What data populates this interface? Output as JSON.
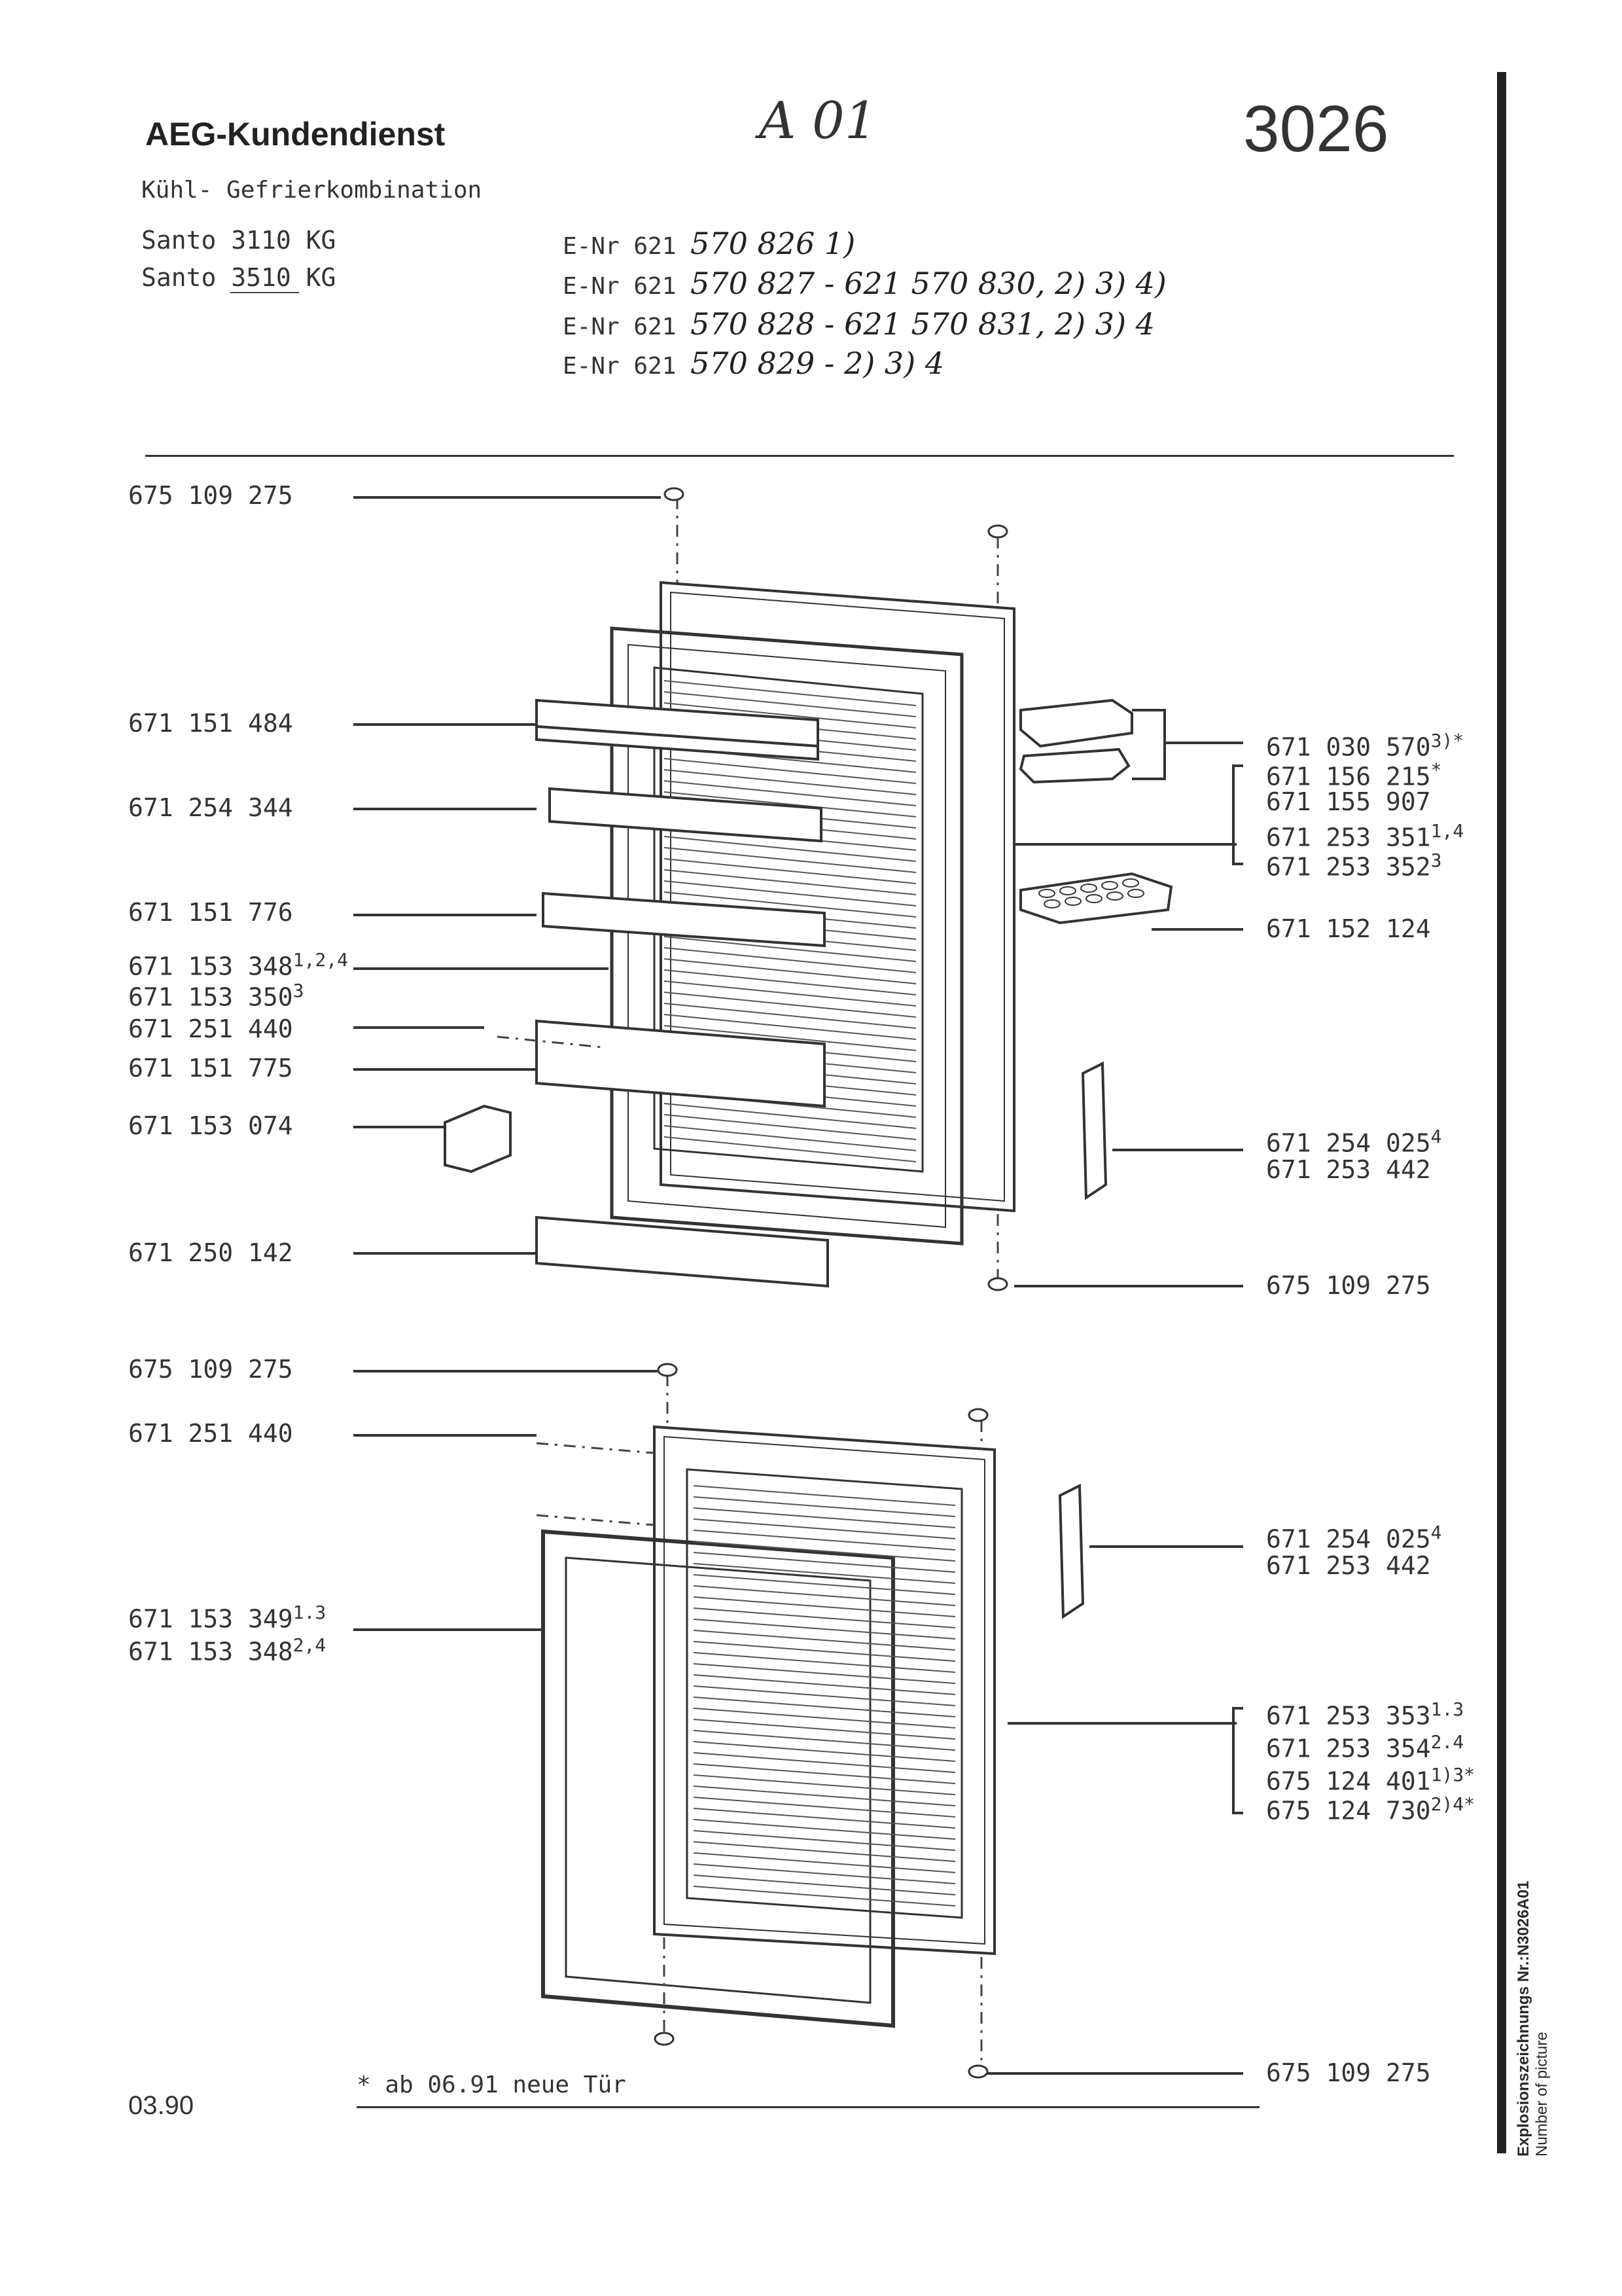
{
  "header": {
    "brand": "AEG-Kundendienst",
    "subtitle": "Kühl- Gefrierkombination",
    "models": [
      "Santo 3110 KG",
      "Santo 3510 KG"
    ],
    "sheet_code": "A 01",
    "drawing_number": "3026"
  },
  "enr_prefix": "E-Nr 621",
  "enr_lines": [
    {
      "hand": "570 826 1)"
    },
    {
      "hand": "570 827 - 621 570 830, 2) 3) 4)"
    },
    {
      "hand": "570 828 - 621 570 831, 2) 3) 4"
    },
    {
      "hand": "570 829 - 2) 3) 4"
    }
  ],
  "parts_left": [
    {
      "id": "p-675109275-a",
      "text": "675 109 275"
    },
    {
      "id": "p-671151484",
      "text": "671 151 484"
    },
    {
      "id": "p-671254344",
      "text": "671 254 344"
    },
    {
      "id": "p-671151776",
      "text": "671 151 776"
    },
    {
      "id": "p-671153348",
      "text": "671 153 348",
      "sup": "1,2,4"
    },
    {
      "id": "p-671153350",
      "text": "671 153 350",
      "sup": "3"
    },
    {
      "id": "p-671251440-a",
      "text": "671 251 440"
    },
    {
      "id": "p-671151775",
      "text": "671 151 775"
    },
    {
      "id": "p-671153074",
      "text": "671 153 074"
    },
    {
      "id": "p-671250142",
      "text": "671 250 142"
    },
    {
      "id": "p-675109275-b",
      "text": "675 109 275"
    },
    {
      "id": "p-671251440-b",
      "text": "671 251 440"
    },
    {
      "id": "p-671153349",
      "text": "671 153 349",
      "sup": "1.3"
    },
    {
      "id": "p-671153348-b",
      "text": "671 153 348",
      "sup": "2,4"
    }
  ],
  "parts_right": [
    {
      "id": "p-671030570",
      "text": "671 030 570",
      "sup": "3)*"
    },
    {
      "id": "p-671156215",
      "text": "671 156 215",
      "sup": "*"
    },
    {
      "id": "p-671155907",
      "text": "671 155 907"
    },
    {
      "id": "p-671253351",
      "text": "671 253 351",
      "sup": "1,4"
    },
    {
      "id": "p-671253352",
      "text": "671 253 352",
      "sup": "3"
    },
    {
      "id": "p-671152124",
      "text": "671 152 124"
    },
    {
      "id": "p-671254025-a",
      "text": "671 254 025",
      "sup": "4"
    },
    {
      "id": "p-671253442-a",
      "text": "671 253 442"
    },
    {
      "id": "p-675109275-c",
      "text": "675 109 275"
    },
    {
      "id": "p-671254025-b",
      "text": "671 254 025",
      "sup": "4"
    },
    {
      "id": "p-671253442-b",
      "text": "671 253 442"
    },
    {
      "id": "p-671253353",
      "text": "671 253 353",
      "sup": "1.3"
    },
    {
      "id": "p-671253354",
      "text": "671 253 354",
      "sup": "2.4"
    },
    {
      "id": "p-675124401",
      "text": "675 124 401",
      "sup": "1)3*"
    },
    {
      "id": "p-675124730",
      "text": "675 124 730",
      "sup": "2)4*"
    },
    {
      "id": "p-675109275-d",
      "text": "675 109 275"
    }
  ],
  "footer": {
    "note": "* ab 06.91 neue Tür",
    "date": "03.90"
  },
  "side": {
    "line1": "Explosionszeichnungs Nr.:N3026A01",
    "line2": "Number of picture"
  }
}
